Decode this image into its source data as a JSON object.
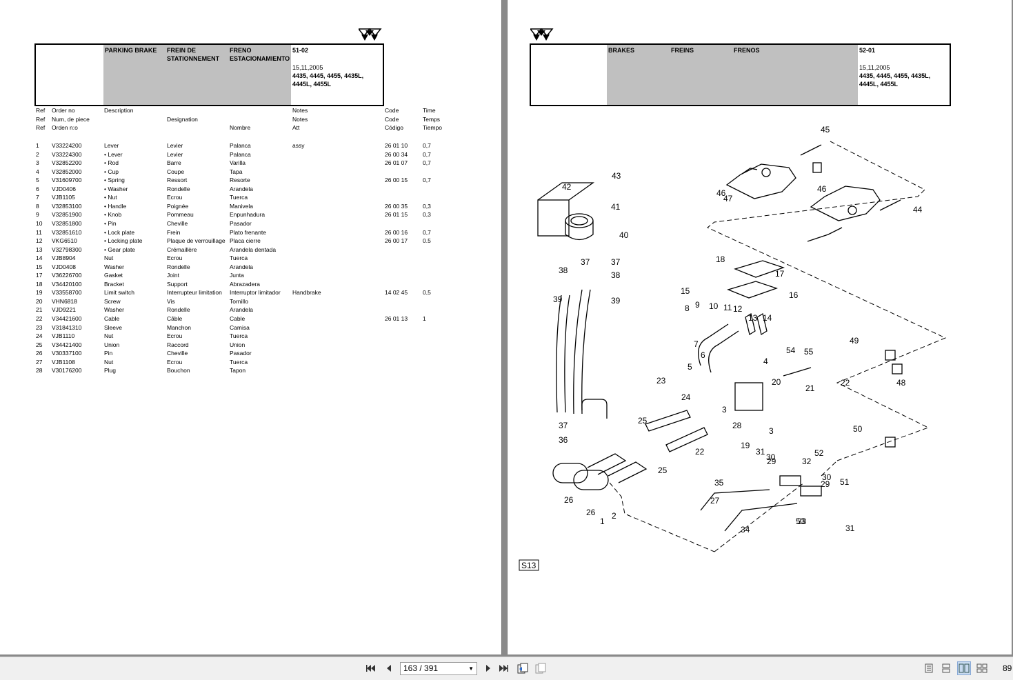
{
  "left_page": {
    "header": {
      "title_en": "PARKING BRAKE",
      "title_fr": "FREIN DE STATIONNEMENT",
      "title_es": "FRENO ESTACIONAMIENTO",
      "ref": "51-02",
      "date": "15,11,2005",
      "models": "4435, 4445, 4455, 4435L, 4445L, 4455L"
    },
    "columns": {
      "row1": [
        "Ref",
        "Order no",
        "Description",
        "",
        "",
        "Notes",
        "Code",
        "Time"
      ],
      "row2": [
        "Ref",
        "Num, de piece",
        "",
        "Designation",
        "",
        "Notes",
        "Code",
        "Temps"
      ],
      "row3": [
        "Ref",
        "Orden n:o",
        "",
        "",
        "Nombre",
        "Att",
        "Código",
        "Tiempo"
      ]
    },
    "parts": [
      {
        "ref": "1",
        "order": "V33224200",
        "desc": "Lever",
        "fr": "Levier",
        "es": "Palanca",
        "notes": "assy",
        "code": "26 01 10",
        "time": "0,7"
      },
      {
        "ref": "2",
        "order": "V33224300",
        "desc": "• Lever",
        "fr": "Levier",
        "es": "Palanca",
        "notes": "",
        "code": "26 00 34",
        "time": "0,7"
      },
      {
        "ref": "3",
        "order": "V32852200",
        "desc": "• Rod",
        "fr": "Barre",
        "es": "Varilla",
        "notes": "",
        "code": "26 01 07",
        "time": "0,7"
      },
      {
        "ref": "4",
        "order": "V32852000",
        "desc": "• Cup",
        "fr": "Coupe",
        "es": "Tapa",
        "notes": "",
        "code": "",
        "time": ""
      },
      {
        "ref": "5",
        "order": "V31609700",
        "desc": "• Spring",
        "fr": "Ressort",
        "es": "Resorte",
        "notes": "",
        "code": "26 00 15",
        "time": "0,7"
      },
      {
        "ref": "6",
        "order": "VJD0406",
        "desc": "• Washer",
        "fr": "Rondelle",
        "es": "Arandela",
        "notes": "",
        "code": "",
        "time": ""
      },
      {
        "ref": "7",
        "order": "VJB1105",
        "desc": "• Nut",
        "fr": "Ecrou",
        "es": "Tuerca",
        "notes": "",
        "code": "",
        "time": ""
      },
      {
        "ref": "8",
        "order": "V32853100",
        "desc": "• Handle",
        "fr": "Poignée",
        "es": "Manivela",
        "notes": "",
        "code": "26 00 35",
        "time": "0,3"
      },
      {
        "ref": "9",
        "order": "V32851900",
        "desc": "• Knob",
        "fr": "Pommeau",
        "es": "Enpunhadura",
        "notes": "",
        "code": "26 01 15",
        "time": "0,3"
      },
      {
        "ref": "10",
        "order": "V32851800",
        "desc": "• Pin",
        "fr": "Cheville",
        "es": "Pasador",
        "notes": "",
        "code": "",
        "time": ""
      },
      {
        "ref": "11",
        "order": "V32851610",
        "desc": "• Lock plate",
        "fr": "Frein",
        "es": "Plato frenante",
        "notes": "",
        "code": "26 00 16",
        "time": "0,7"
      },
      {
        "ref": "12",
        "order": "VKG6510",
        "desc": "• Locking plate",
        "fr": "Plaque de verrouillage",
        "es": "Placa cierre",
        "notes": "",
        "code": "26 00 17",
        "time": "0.5"
      },
      {
        "ref": "13",
        "order": "V32798300",
        "desc": "• Gear plate",
        "fr": "Crémaillère",
        "es": "Arandela dentada",
        "notes": "",
        "code": "",
        "time": ""
      },
      {
        "ref": "14",
        "order": "VJB8904",
        "desc": "Nut",
        "fr": "Ecrou",
        "es": "Tuerca",
        "notes": "",
        "code": "",
        "time": ""
      },
      {
        "ref": "15",
        "order": "VJD0408",
        "desc": "Washer",
        "fr": "Rondelle",
        "es": "Arandela",
        "notes": "",
        "code": "",
        "time": ""
      },
      {
        "ref": "17",
        "order": "V36226700",
        "desc": "Gasket",
        "fr": "Joint",
        "es": "Junta",
        "notes": "",
        "code": "",
        "time": ""
      },
      {
        "ref": "18",
        "order": "V34420100",
        "desc": "Bracket",
        "fr": "Support",
        "es": "Abrazadera",
        "notes": "",
        "code": "",
        "time": ""
      },
      {
        "ref": "19",
        "order": "V33558700",
        "desc": "Limit switch",
        "fr": "Interrupteur limitation",
        "es": "Interruptor limitador",
        "notes": "Handbrake",
        "code": "14 02 45",
        "time": "0,5"
      },
      {
        "ref": "20",
        "order": "VHN6818",
        "desc": "Screw",
        "fr": "Vis",
        "es": "Tornillo",
        "notes": "",
        "code": "",
        "time": ""
      },
      {
        "ref": "21",
        "order": "VJD9221",
        "desc": "Washer",
        "fr": "Rondelle",
        "es": "Arandela",
        "notes": "",
        "code": "",
        "time": ""
      },
      {
        "ref": "22",
        "order": "V34421600",
        "desc": "Cable",
        "fr": "Câble",
        "es": "Cable",
        "notes": "",
        "code": "26 01 13",
        "time": "1"
      },
      {
        "ref": "23",
        "order": "V31841310",
        "desc": "Sleeve",
        "fr": "Manchon",
        "es": "Camisa",
        "notes": "",
        "code": "",
        "time": ""
      },
      {
        "ref": "24",
        "order": "VJB1110",
        "desc": "Nut",
        "fr": "Ecrou",
        "es": "Tuerca",
        "notes": "",
        "code": "",
        "time": ""
      },
      {
        "ref": "25",
        "order": "V34421400",
        "desc": "Union",
        "fr": "Raccord",
        "es": "Union",
        "notes": "",
        "code": "",
        "time": ""
      },
      {
        "ref": "26",
        "order": "V30337100",
        "desc": "Pin",
        "fr": "Cheville",
        "es": "Pasador",
        "notes": "",
        "code": "",
        "time": ""
      },
      {
        "ref": "27",
        "order": "VJB1108",
        "desc": "Nut",
        "fr": "Ecrou",
        "es": "Tuerca",
        "notes": "",
        "code": "",
        "time": ""
      },
      {
        "ref": "28",
        "order": "V30176200",
        "desc": "Plug",
        "fr": "Bouchon",
        "es": "Tapon",
        "notes": "",
        "code": "",
        "time": ""
      }
    ]
  },
  "right_page": {
    "header": {
      "title_en": "BRAKES",
      "title_fr": "FREINS",
      "title_es": "FRENOS",
      "ref": "52-01",
      "date": "15,11,2005",
      "models": "4435, 4445, 4455, 4435L, 4445L, 4455L"
    },
    "callouts": [
      "1",
      "2",
      "3",
      "3",
      "4",
      "5",
      "6",
      "7",
      "8",
      "9",
      "10",
      "11",
      "12",
      "13",
      "14",
      "15",
      "16",
      "17",
      "18",
      "19",
      "20",
      "21",
      "22",
      "22",
      "23",
      "24",
      "25",
      "25",
      "26",
      "26",
      "27",
      "28",
      "29",
      "29",
      "30",
      "30",
      "31",
      "31",
      "32",
      "33",
      "34",
      "35",
      "36",
      "37",
      "37",
      "37",
      "38",
      "38",
      "39",
      "39",
      "40",
      "41",
      "42",
      "43",
      "44",
      "45",
      "46",
      "46",
      "47",
      "48",
      "49",
      "50",
      "51",
      "52",
      "53",
      "54",
      "55",
      "S13"
    ]
  },
  "toolbar": {
    "page_display": "163 / 391",
    "zoom": "89"
  }
}
